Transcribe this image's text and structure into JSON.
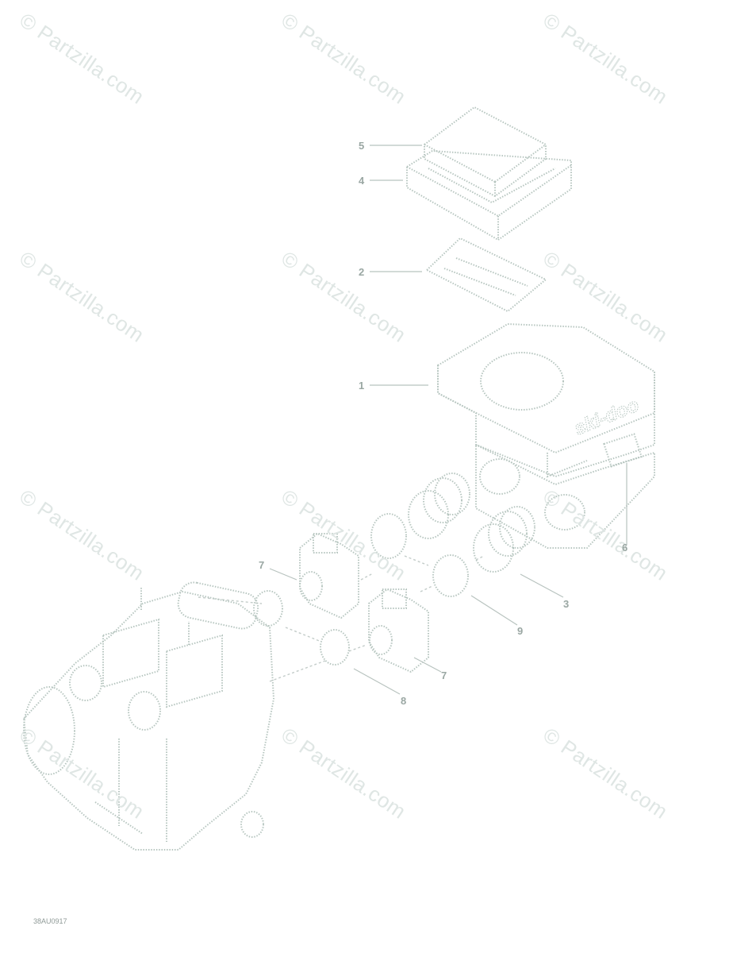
{
  "watermark": "© Partzilla.com",
  "drawing_code": "38AU0917",
  "callouts": [
    "1",
    "2",
    "3",
    "4",
    "5",
    "6",
    "7",
    "7",
    "8",
    "9"
  ],
  "logo_text": "ski-doo"
}
